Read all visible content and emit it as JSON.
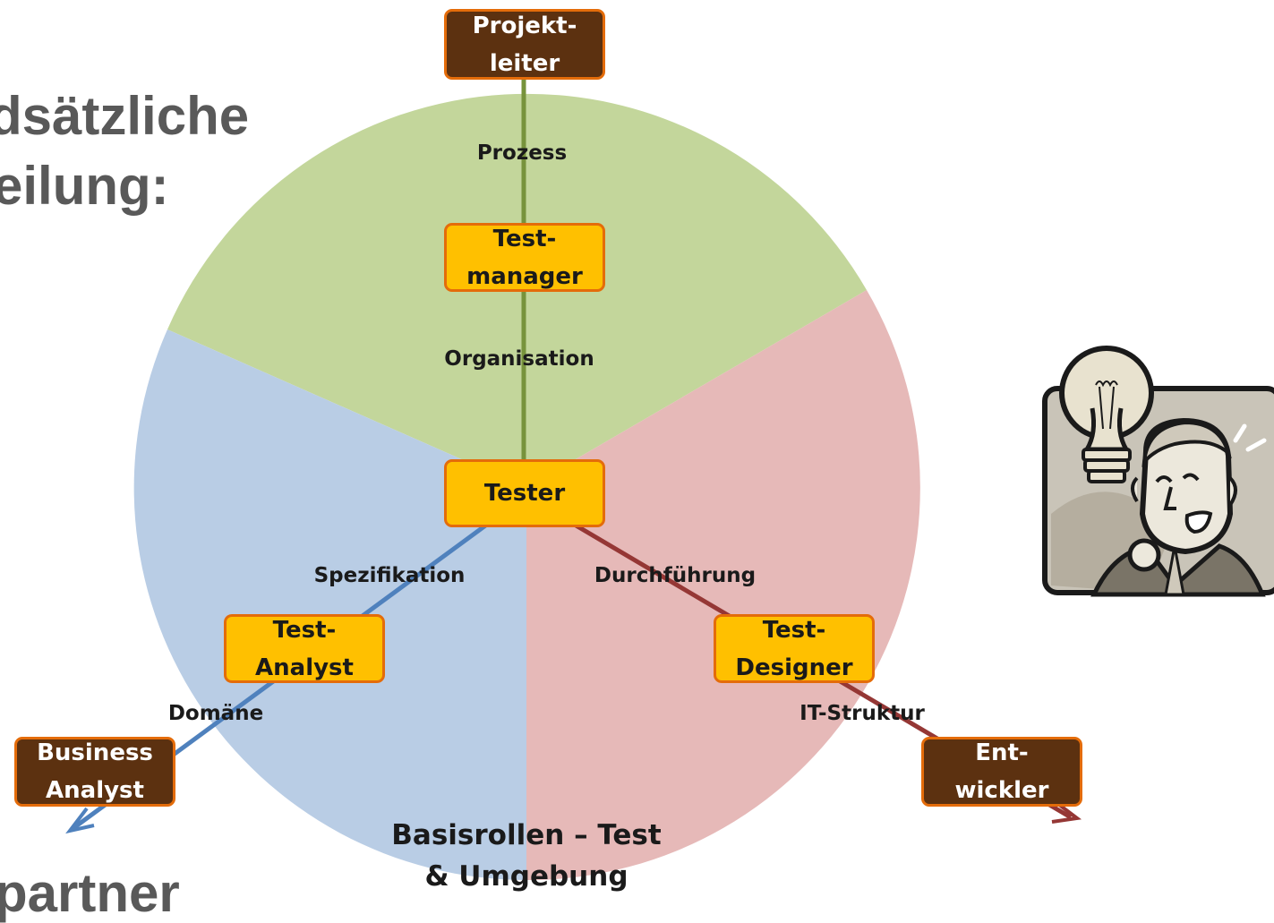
{
  "slide": {
    "heading_line1": "dsätzliche",
    "heading_line2": "eilung:",
    "bottom_fragment": "partner"
  },
  "diagram": {
    "caption_line1": "Basisrollen – Test",
    "caption_line2": "& Umgebung",
    "sectors": [
      {
        "name": "green",
        "color": "#c3d69b"
      },
      {
        "name": "red",
        "color": "#e6b9b8"
      },
      {
        "name": "blue",
        "color": "#b9cde5"
      }
    ],
    "roles": {
      "projektleiter": [
        "Projekt-",
        "leiter"
      ],
      "testmanager": [
        "Test-",
        "manager"
      ],
      "tester": [
        "Tester"
      ],
      "test_analyst": [
        "Test-",
        "Analyst"
      ],
      "test_designer": [
        "Test-",
        "Designer"
      ],
      "business_analyst": [
        "Business",
        "Analyst"
      ],
      "entwickler": [
        "Ent-",
        "wickler"
      ]
    },
    "edge_labels": {
      "prozess": "Prozess",
      "organisation": "Organisation",
      "spezifikation": "Spezifikation",
      "durchfuehrung": "Durchführung",
      "domaene": "Domäne",
      "it_struktur": "IT-Struktur"
    },
    "colors": {
      "green_line": "#77933c",
      "blue_line": "#4f81bd",
      "red_line": "#953735",
      "core_fill": "#ffc000",
      "core_border": "#e46c0a",
      "ext_fill": "#5c3110"
    }
  },
  "clipart": {
    "icon": "idea-lightbulb-businessman-icon"
  }
}
